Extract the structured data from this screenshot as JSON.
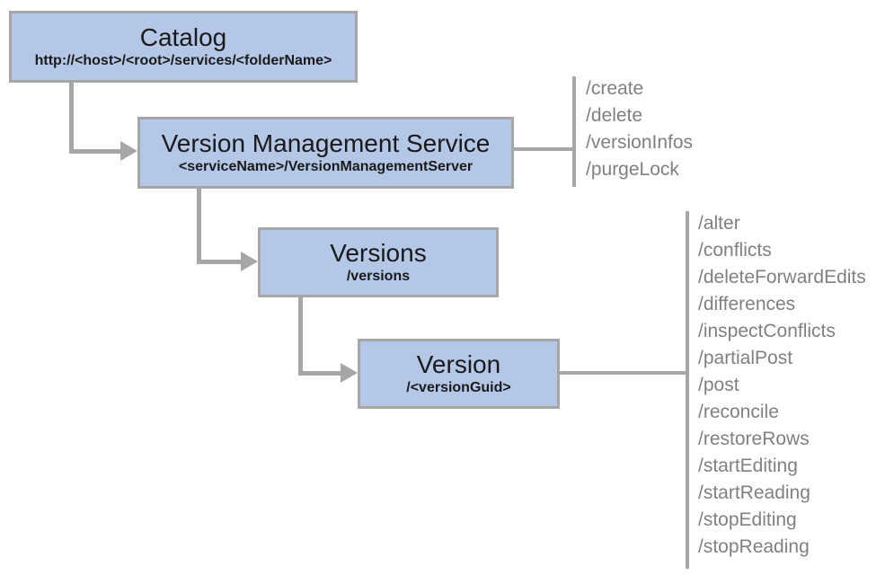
{
  "diagram": {
    "nodes": [
      {
        "id": "catalog",
        "title": "Catalog",
        "subtitle": "http://<host>/<root>/services/<folderName>"
      },
      {
        "id": "vms",
        "title": "Version Management Service",
        "subtitle": "<serviceName>/VersionManagementServer"
      },
      {
        "id": "versions",
        "title": "Versions",
        "subtitle": "/versions"
      },
      {
        "id": "version",
        "title": "Version",
        "subtitle": "/<versionGuid>"
      }
    ],
    "vms_operations": [
      "/create",
      "/delete",
      "/versionInfos",
      "/purgeLock"
    ],
    "version_operations": [
      "/alter",
      "/conflicts",
      "/deleteForwardEdits",
      "/differences",
      "/inspectConflicts",
      "/partialPost",
      "/post",
      "/reconcile",
      "/restoreRows",
      "/startEditing",
      "/startReading",
      "/stopEditing",
      "/stopReading"
    ],
    "colors": {
      "node_fill": "#b4c7e7",
      "node_border": "#a6a6a6",
      "connector": "#a6a6a6",
      "operation_text": "#808080",
      "title_text": "#1a1a1a"
    }
  }
}
